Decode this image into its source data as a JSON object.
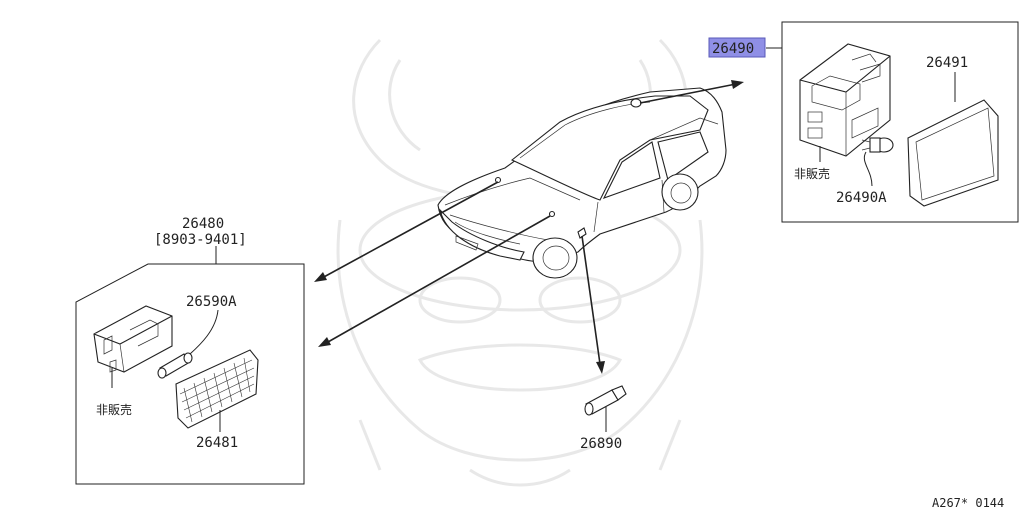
{
  "diagram": {
    "labels": {
      "part_26490": "26490",
      "part_26491": "26491",
      "not_sold_top": "非販売",
      "part_26490A": "26490A",
      "part_26480": "26480",
      "part_26480_range": "[8903-9401]",
      "part_26590A": "26590A",
      "not_sold_left": "非販売",
      "part_26481": "26481",
      "part_26890": "26890",
      "figure_code": "A267* 0144"
    },
    "colors": {
      "highlight": "#8f8fe6",
      "line": "#222222",
      "watermark": "#e8e8e8"
    }
  }
}
